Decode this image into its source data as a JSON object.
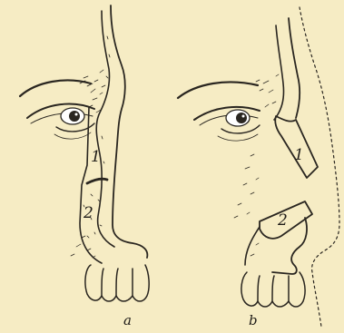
{
  "figure": {
    "background": "#f6ecc4",
    "ink": "#2a2620",
    "panels": [
      {
        "label": "a",
        "fragments": [
          {
            "number": "1"
          },
          {
            "number": "2"
          }
        ]
      },
      {
        "label": "b",
        "fragments": [
          {
            "number": "1"
          },
          {
            "number": "2"
          }
        ]
      }
    ]
  }
}
